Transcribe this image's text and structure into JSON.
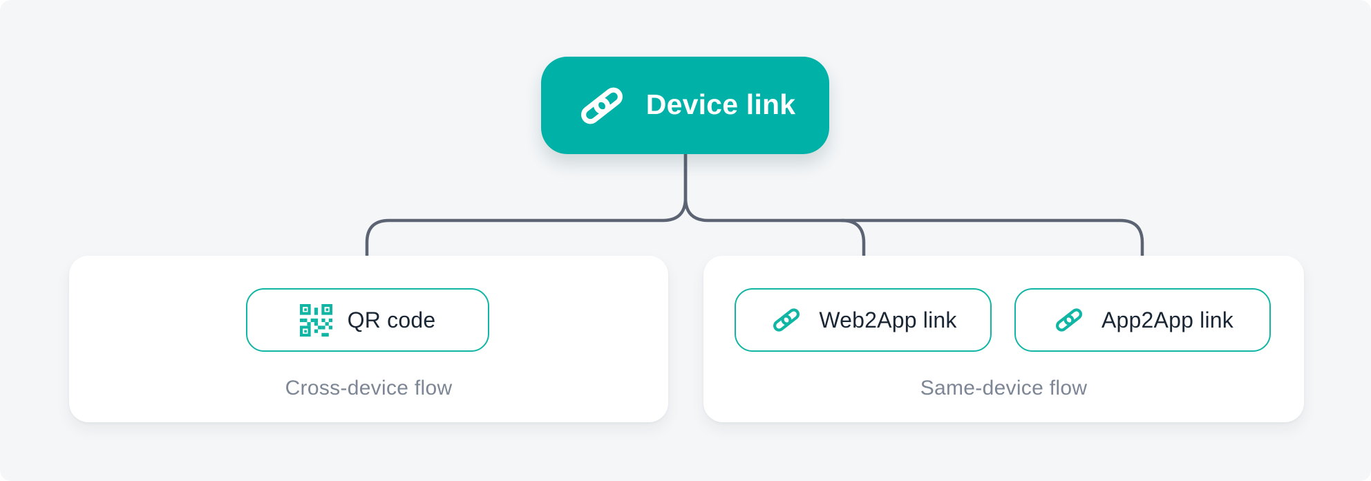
{
  "root": {
    "label": "Device link",
    "icon": "link-icon"
  },
  "cards": [
    {
      "caption": "Cross-device flow",
      "buttons": [
        {
          "label": "QR code",
          "icon": "qr-code-icon"
        }
      ]
    },
    {
      "caption": "Same-device flow",
      "buttons": [
        {
          "label": "Web2App link",
          "icon": "link-icon"
        },
        {
          "label": "App2App link",
          "icon": "link-icon"
        }
      ]
    }
  ],
  "colors": {
    "bg": "#f4f6f8",
    "card": "#ffffff",
    "teal": "#00b1a8",
    "tealBorder": "#10b5a4",
    "line": "#5c6474",
    "textDark": "#1a2633",
    "textMuted": "#7d8694"
  }
}
